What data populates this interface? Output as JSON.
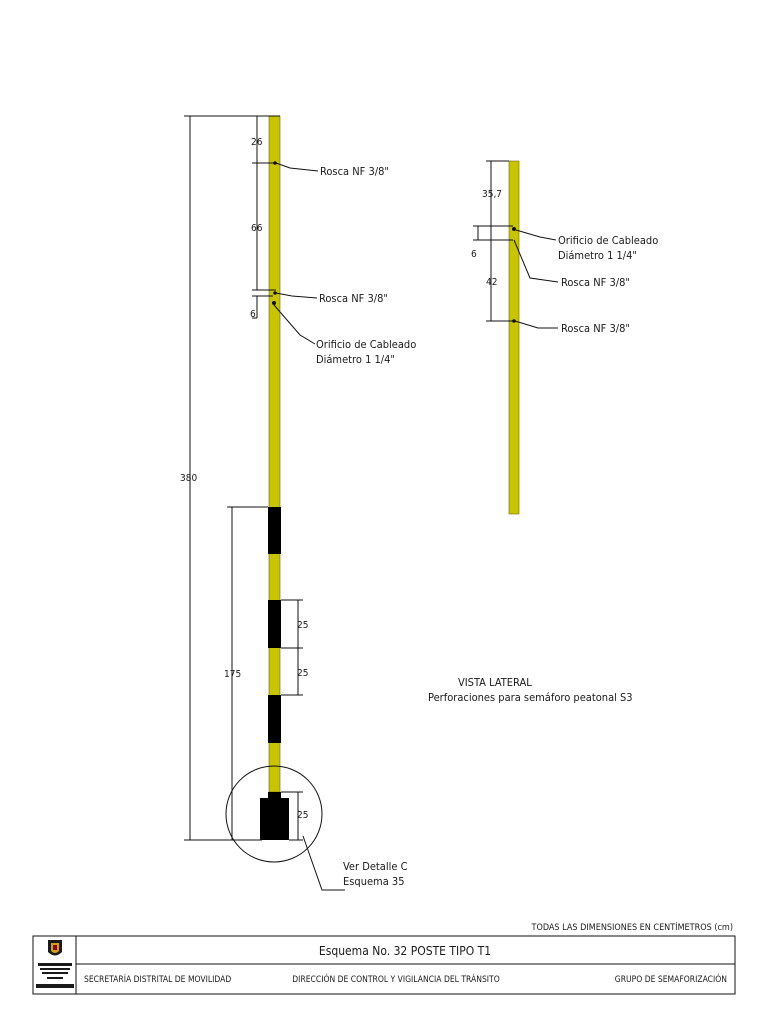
{
  "dimensions": {
    "main_total": "380",
    "main_top": "26",
    "main_gap": "66",
    "main_hole": "6",
    "main_lower": "175",
    "band_a": "25",
    "band_b": "25",
    "base": "25",
    "side_top": "35,7",
    "side_hole": "6",
    "side_gap": "42"
  },
  "labels": {
    "thread_1": "Rosca NF 3/8\"",
    "thread_2": "Rosca NF 3/8\"",
    "cable_hole_1": "Orificio de Cableado",
    "cable_hole_2": "Diámetro 1 1/4\"",
    "side_cable_hole_1": "Orificio de Cableado",
    "side_cable_hole_2": "Diámetro 1 1/4\"",
    "side_thread_1": "Rosca NF 3/8\"",
    "side_thread_2": "Rosca NF 3/8\"",
    "detail_ref_1": "Ver Detalle C",
    "detail_ref_2": "Esquema 35",
    "side_view_title": "VISTA LATERAL",
    "side_view_subtitle": "Perforaciones para semáforo peatonal S3"
  },
  "footer": {
    "units_note": "TODAS LAS DIMENSIONES EN CENTÍMETROS (cm)",
    "scheme_title": "Esquema No. 32 POSTE TIPO T1",
    "entity": "SECRETARÍA DISTRITAL DE MOVILIDAD",
    "direction": "DIRECCIÓN DE CONTROL Y VIGILANCIA DEL TRÁNSITO",
    "group": "GRUPO DE SEMAFORIZACIÓN"
  },
  "colors": {
    "pole_yellow": "#c9c400",
    "band_black": "#000000"
  },
  "icons": {
    "logo": "bogota-coat-of-arms-icon"
  }
}
